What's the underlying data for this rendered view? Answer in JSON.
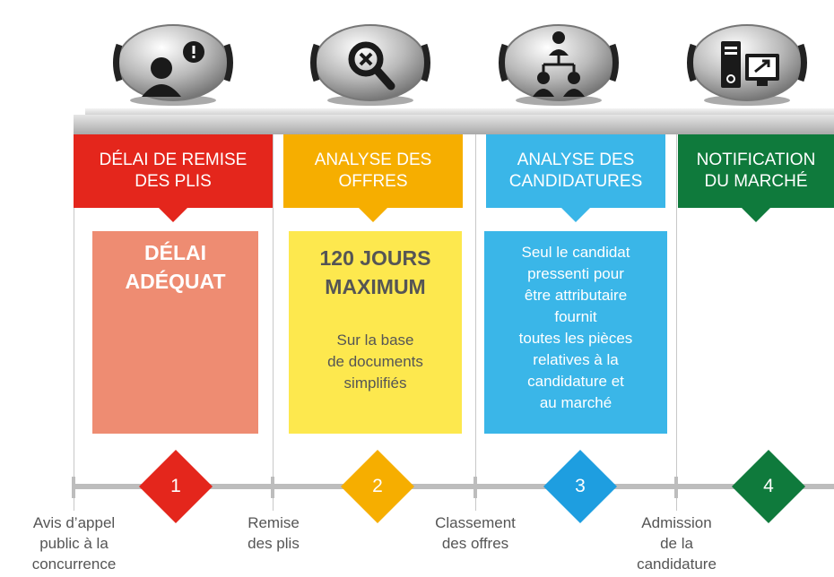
{
  "colors": {
    "red": "#e4261c",
    "orange": "#f6ae00",
    "blue": "#3ab6e8",
    "green": "#0f7a3c",
    "salmon": "#ee8c72",
    "yellow": "#fde84e",
    "lightblue": "#3ab6e8",
    "gray_text": "#555555"
  },
  "icons": [
    "user-alert-icon",
    "search-cancel-icon",
    "org-chart-icon",
    "computer-icon"
  ],
  "phases": [
    {
      "header": [
        "DÉLAI DE REMISE",
        "DES PLIS"
      ],
      "marker": "1"
    },
    {
      "header": [
        "ANALYSE DES",
        "OFFRES"
      ],
      "marker": "2"
    },
    {
      "header": [
        "ANALYSE DES",
        "CANDIDATURES"
      ],
      "marker": "3"
    },
    {
      "header": [
        "NOTIFICATION",
        "DU MARCHÉ"
      ],
      "marker": "4"
    }
  ],
  "details": {
    "d1": {
      "title": [
        "DÉLAI",
        "ADÉQUAT"
      ]
    },
    "d2": {
      "title": [
        "120 JOURS",
        "MAXIMUM"
      ],
      "text": [
        "Sur la base",
        "de documents",
        "simplifiés"
      ]
    },
    "d3": {
      "text": [
        "Seul le candidat",
        "pressenti pour",
        "être attributaire",
        "fournit",
        "toutes les pièces",
        "relatives à la",
        "candidature et",
        "au marché"
      ]
    }
  },
  "milestones": [
    [
      "Avis d’appel",
      "public à la",
      "concurrence"
    ],
    [
      "Remise",
      "des plis"
    ],
    [
      "Classement",
      "des offres"
    ],
    [
      "Admission",
      "de la",
      "candidature"
    ]
  ]
}
